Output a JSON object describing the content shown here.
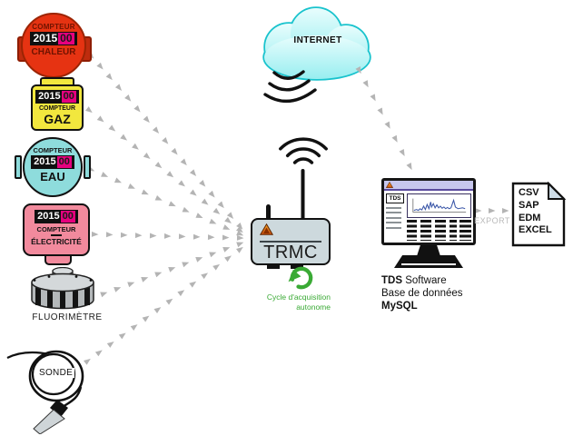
{
  "meters": [
    {
      "kind": "chaleur",
      "label_top": "COMPTEUR",
      "counter": "2015",
      "counter_highlight": "00",
      "label_bottom": "CHALEUR"
    },
    {
      "kind": "gaz",
      "counter": "2015",
      "counter_highlight": "00",
      "label_top": "COMPTEUR",
      "label_bottom": "GAZ"
    },
    {
      "kind": "eau",
      "label_top": "COMPTEUR",
      "counter": "2015",
      "counter_highlight": "00",
      "label_bottom": "EAU"
    },
    {
      "kind": "electricite",
      "counter": "2015",
      "counter_highlight": "00",
      "label_top": "COMPTEUR",
      "label_bottom": "ÉLECTRICITÉ"
    },
    {
      "kind": "fluorimetre",
      "label": "FLUORIMÈTRE"
    },
    {
      "kind": "sonde",
      "label": "SONDE"
    }
  ],
  "hub": {
    "label": "TRMC",
    "cycle_line1": "Cycle d'acquisition",
    "cycle_line2": "autonome"
  },
  "cloud": {
    "label": "INTERNET"
  },
  "workstation": {
    "screen_app_label": "TDS",
    "caption_app_bold": "TDS",
    "caption_app_rest": "Software",
    "caption_db_line1": "Base de données",
    "caption_db_line2": "MySQL"
  },
  "export": {
    "label": "EXPORT",
    "formats": [
      "CSV",
      "SAP",
      "EDM",
      "EXCEL"
    ]
  },
  "colors": {
    "heat_red": "#e63312",
    "gas_yellow": "#f2e73e",
    "water_cyan": "#8edcdc",
    "electric_pink": "#f28a9d",
    "counter_highlight_bg": "#e6007e",
    "cycle_green": "#3aaa35",
    "arrow_gray": "#b4b4b4"
  }
}
